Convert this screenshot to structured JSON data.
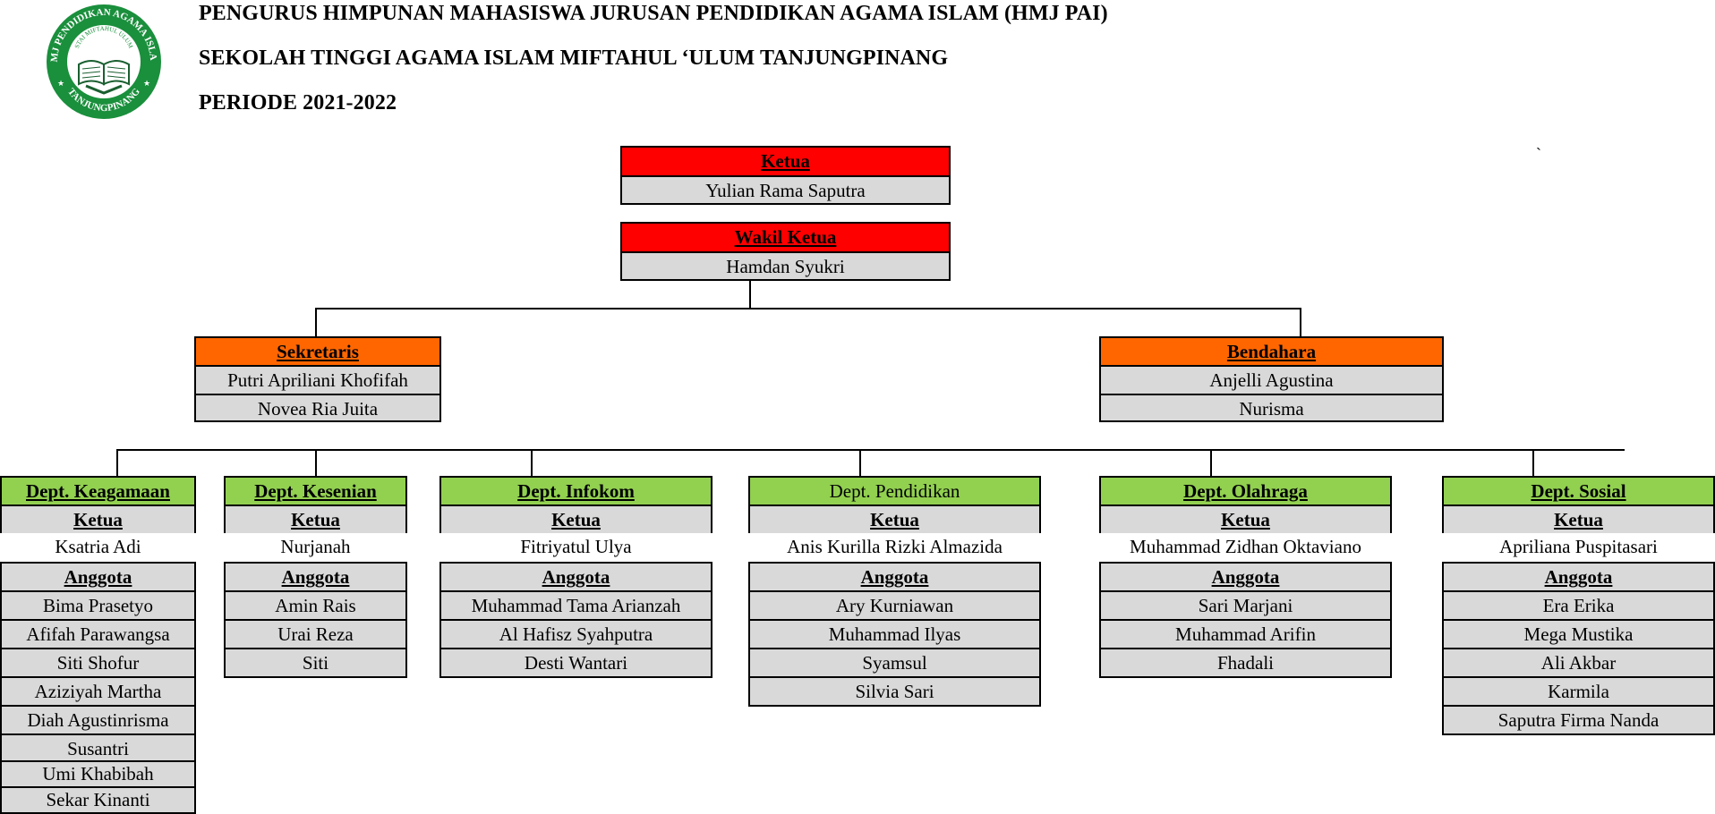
{
  "header": {
    "line1": "PENGURUS HIMPUNAN MAHASISWA JURUSAN PENDIDIKAN AGAMA ISLAM (HMJ PAI)",
    "line2": "SEKOLAH TINGGI AGAMA ISLAM MIFTAHUL ‘ULUM TANJUNGPINANG",
    "line3": "PERIODE 2021-2022"
  },
  "logo": {
    "top_text": "HMJ PENDIDIKAN AGAMA ISLAM",
    "inner_text": "STAI MIFTAHUL ULUM",
    "bottom_text": "TANJUNGPINANG",
    "colors": {
      "ring": "#1a8f3c",
      "inner": "#ffffff"
    }
  },
  "stray_mark": "`",
  "ketua": {
    "title": "Ketua",
    "name": "Yulian Rama Saputra"
  },
  "wakil": {
    "title": "Wakil Ketua",
    "name": "Hamdan Syukri"
  },
  "sekretaris": {
    "title": "Sekretaris",
    "names": [
      "Putri Apriliani Khofifah",
      "Novea Ria Juita"
    ]
  },
  "bendahara": {
    "title": "Bendahara",
    "names": [
      "Anjelli Agustina",
      "Nurisma"
    ]
  },
  "departments": [
    {
      "title": "Dept. Keagamaan",
      "ketua_label": "Ketua",
      "ketua": "Ksatria Adi",
      "anggota_label": "Anggota",
      "members": [
        "Bima Prasetyo",
        "Afifah Parawangsa",
        "Siti Shofur",
        "Aziziyah Martha",
        "Diah Agustinrisma",
        "Susantri",
        "Umi Khabibah",
        "Sekar Kinanti"
      ]
    },
    {
      "title": "Dept. Kesenian",
      "ketua_label": "Ketua",
      "ketua": "Nurjanah",
      "anggota_label": "Anggota",
      "members": [
        "Amin Rais",
        "Urai Reza",
        "Siti"
      ]
    },
    {
      "title": "Dept. Infokom",
      "ketua_label": "Ketua",
      "ketua": "Fitriyatul Ulya",
      "anggota_label": "Anggota",
      "members": [
        "Muhammad Tama Arianzah",
        "Al Hafisz Syahputra",
        "Desti Wantari"
      ]
    },
    {
      "title": "Dept. Pendidikan",
      "ketua_label": "Ketua",
      "ketua": "Anis Kurilla Rizki Almazida",
      "anggota_label": "Anggota",
      "members": [
        "Ary Kurniawan",
        "Muhammad Ilyas",
        "Syamsul",
        "Silvia Sari"
      ]
    },
    {
      "title": "Dept. Olahraga",
      "ketua_label": "Ketua",
      "ketua": "Muhammad Zidhan Oktaviano",
      "anggota_label": "Anggota",
      "members": [
        "Sari Marjani",
        "Muhammad Arifin",
        "Fhadali"
      ]
    },
    {
      "title": "Dept. Sosial",
      "ketua_label": "Ketua",
      "ketua": "Apriliana Puspitasari",
      "anggota_label": "Anggota",
      "members": [
        "Era Erika",
        "Mega Mustika",
        "Ali Akbar",
        "Karmila",
        "Saputra Firma Nanda"
      ]
    }
  ],
  "colors": {
    "leader": "#ff0000",
    "secretary": "#ff6600",
    "department": "#92d050",
    "name_cell": "#d9d9d9"
  }
}
